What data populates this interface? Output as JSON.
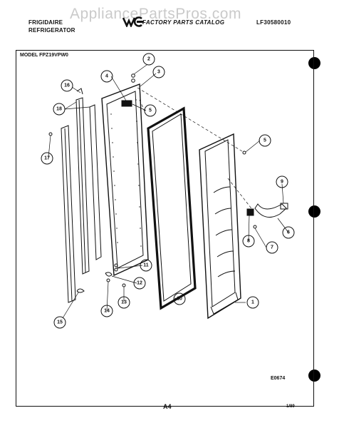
{
  "header": {
    "brand": "FRIGIDAIRE",
    "product": "REFRIGERATOR",
    "catalog_title": "FACTORY PARTS CATALOG",
    "catalog_code": "LF30580010",
    "watermark": "AppliancePartsPros.com"
  },
  "diagram": {
    "model": "MODEL FPZ19VPW0",
    "callouts": [
      "1",
      "2",
      "3",
      "4",
      "5",
      "5",
      "6",
      "7",
      "8",
      "9",
      "10",
      "11",
      "12",
      "13",
      "14",
      "15",
      "16",
      "17",
      "18"
    ],
    "drawing_code": "E0674"
  },
  "footer": {
    "page": "A4",
    "date": "1/89"
  },
  "colors": {
    "ink": "#111111",
    "paper": "#ffffff",
    "watermark": "#969696"
  }
}
